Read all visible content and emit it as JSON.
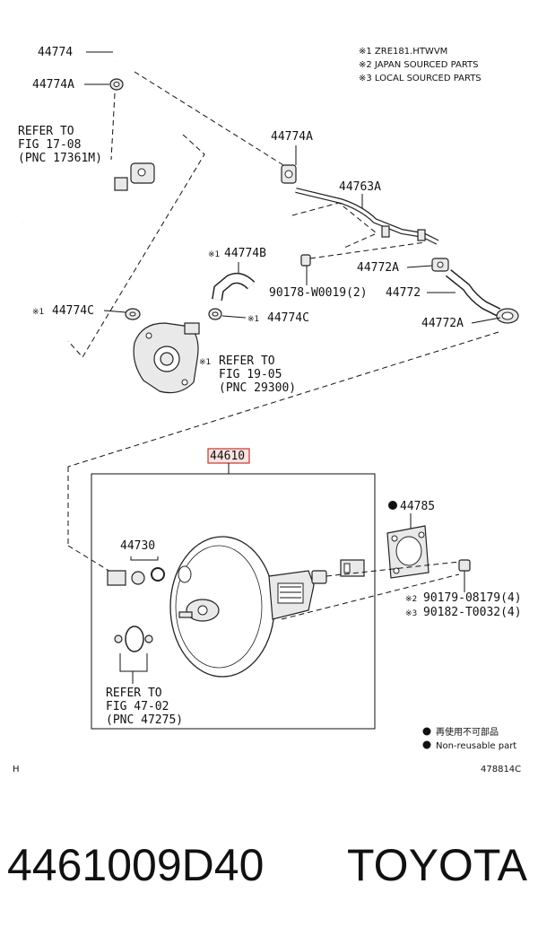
{
  "notes": {
    "note1": "※1 ZRE181.HTWVM",
    "note2": "※2 JAPAN SOURCED PARTS",
    "note3": "※3 LOCAL SOURCED PARTS"
  },
  "callouts": {
    "c44774": "44774",
    "c44774A_top": "44774A",
    "refer1_l1": "REFER TO",
    "refer1_l2": "FIG 17-08",
    "refer1_l3": "(PNC 17361M)",
    "c44774A_mid": "44774A",
    "c44763A": "44763A",
    "c44774B": "44774B",
    "c44774B_mark": "※1",
    "c44772A_1": "44772A",
    "c90178": "90178-W0019(2)",
    "c44772": "44772",
    "c44774C_left_mark": "※1",
    "c44774C_left": "44774C",
    "c44774C_right_mark": "※1",
    "c44774C_right": "44774C",
    "c44772A_2": "44772A",
    "refer2_mark": "※1",
    "refer2_l1": "REFER TO",
    "refer2_l2": "FIG 19-05",
    "refer2_l3": "(PNC 29300)",
    "c44610": "44610",
    "c44785": "44785",
    "c44730": "44730",
    "c90179_mark": "※2",
    "c90179": "90179-08179(4)",
    "c90182_mark": "※3",
    "c90182": "90182-T0032(4)",
    "refer3_l1": "REFER TO",
    "refer3_l2": "FIG 47-02",
    "refer3_l3": "(PNC 47275)"
  },
  "legend": {
    "jp": "再使用不可部品",
    "en": "Non-reusable part"
  },
  "corner": {
    "left": "H",
    "right": "478814C"
  },
  "footer": {
    "part_number": "4461009D40",
    "brand": "TOYOTA"
  }
}
